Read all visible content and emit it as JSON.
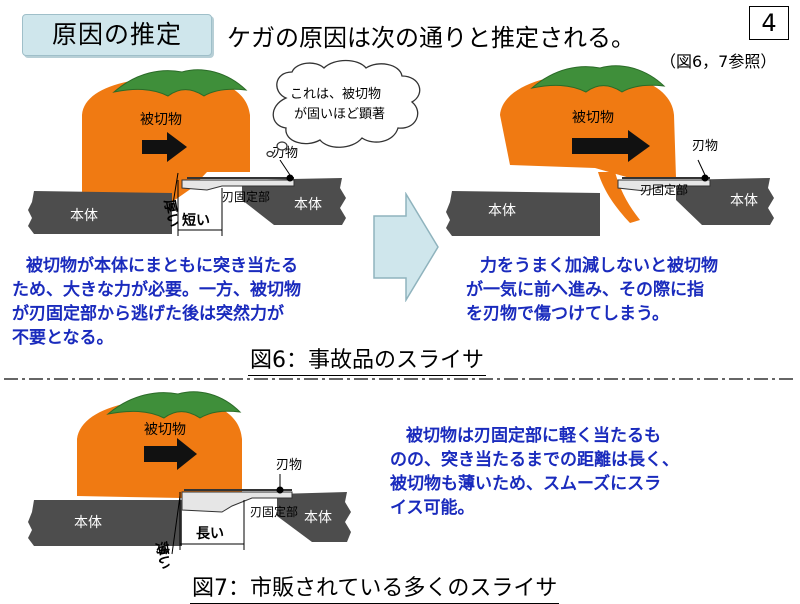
{
  "header": {
    "section_title": "原因の推定",
    "headline": "ケガの原因は次の通りと推定される。",
    "page_number": "4",
    "figure_ref": "（図6，7参照）"
  },
  "fig6_left": {
    "object_label": "被切物",
    "blade_label": "刃物",
    "blade_holder_label": "刃固定部",
    "body_left_label": "本体",
    "body_right_label": "本体",
    "thick_label": "厚い",
    "short_label": "短い",
    "bubble_line1": "これは、被切物",
    "bubble_line2": "が固いほど顕著"
  },
  "fig6_right": {
    "object_label": "被切物",
    "blade_label": "刃物",
    "blade_holder_label": "刃固定部",
    "body_left_label": "本体",
    "body_right_label": "本体"
  },
  "fig6_text_left": [
    "被切物が本体にまともに突き当たる",
    "ため、大きな力が必要。一方、被切物",
    "が刃固定部から逃げた後は突然力が",
    "不要となる。"
  ],
  "fig6_text_right": [
    "力をうまく加減しないと被切物",
    "が一気に前へ進み、その際に指",
    "を刃物で傷つけてしまう。"
  ],
  "fig6_caption": "図6：事故品のスライサ",
  "fig7": {
    "object_label": "被切物",
    "blade_label": "刃物",
    "blade_holder_label": "刃固定部",
    "body_left_label": "本体",
    "body_right_label": "本体",
    "thin_label": "薄い",
    "long_label": "長い"
  },
  "fig7_text": [
    "被切物は刃固定部に軽く当たるも",
    "のの、突き当たるまでの距離は長く、",
    "被切物も薄いため、スムーズにスラ",
    "イス可能。"
  ],
  "fig7_caption": "図7：市販されている多くのスライサ",
  "colors": {
    "vegetable": "#f07a12",
    "leaves": "#3f8f3a",
    "body": "#4d4d4d",
    "text_blue": "#1a2bbd",
    "arrow_fill": "#cfe6ec"
  }
}
